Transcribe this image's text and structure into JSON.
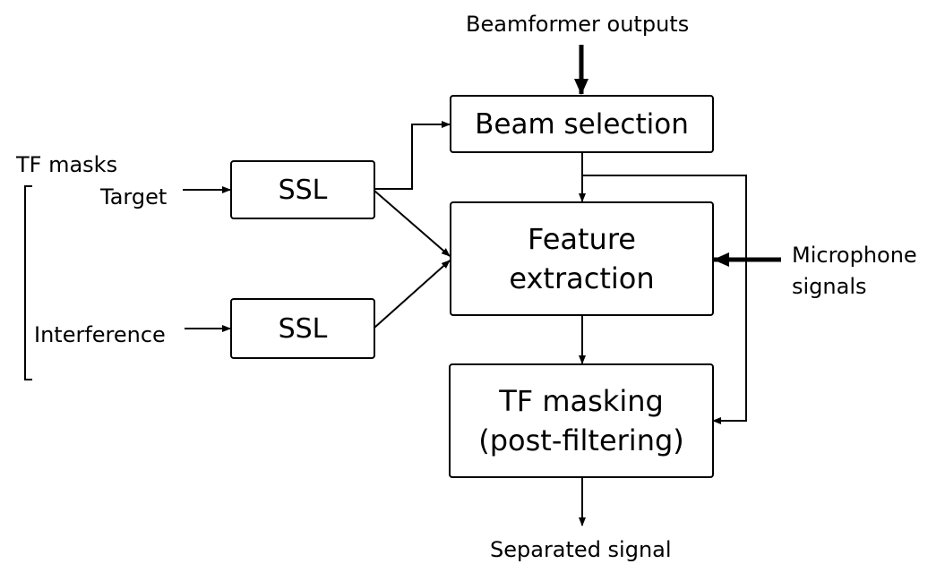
{
  "labels": {
    "beamformer_outputs": "Beamformer outputs",
    "tf_masks": "TF masks",
    "target": "Target",
    "interference": "Interference",
    "microphone_signals_line1": "Microphone",
    "microphone_signals_line2": "signals",
    "separated_signal": "Separated signal"
  },
  "blocks": {
    "beam_selection": "Beam selection",
    "ssl_target": "SSL",
    "ssl_interference": "SSL",
    "feature_extraction_line1": "Feature",
    "feature_extraction_line2": "extraction",
    "tf_masking_line1": "TF masking",
    "tf_masking_line2": "(post-filtering)"
  },
  "colors": {
    "stroke": "#000000",
    "background": "#ffffff"
  }
}
